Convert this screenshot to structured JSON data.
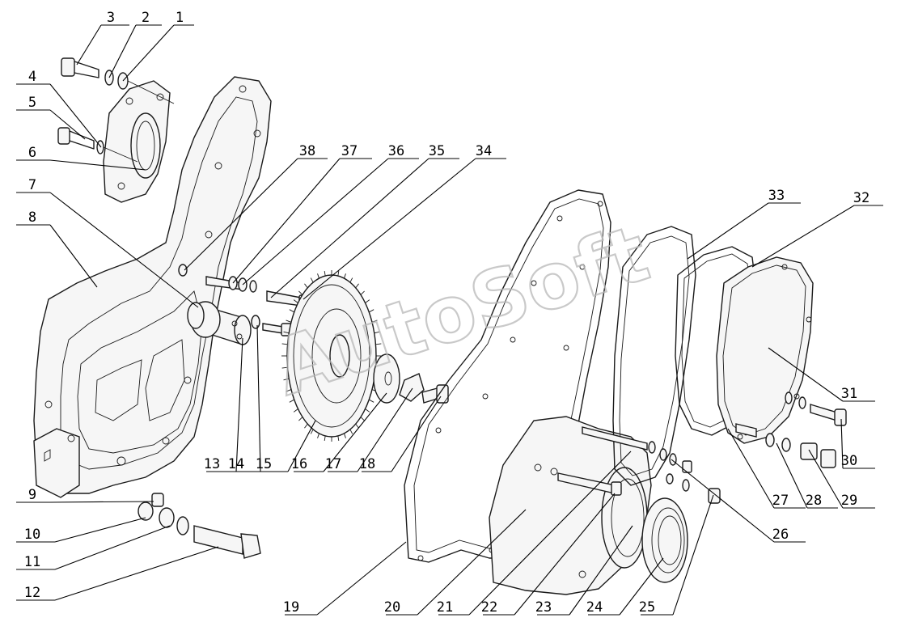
{
  "watermark": "AutoSoft",
  "callouts": [
    "1",
    "2",
    "3",
    "4",
    "5",
    "6",
    "7",
    "8",
    "9",
    "10",
    "11",
    "12",
    "13",
    "14",
    "15",
    "16",
    "17",
    "18",
    "19",
    "20",
    "21",
    "22",
    "23",
    "24",
    "25",
    "26",
    "27",
    "28",
    "29",
    "30",
    "31",
    "32",
    "33",
    "34",
    "35",
    "36",
    "37",
    "38"
  ],
  "colors": {
    "line": "#1a1a1a",
    "watermark": "#b8b8b8",
    "background": "#ffffff"
  }
}
